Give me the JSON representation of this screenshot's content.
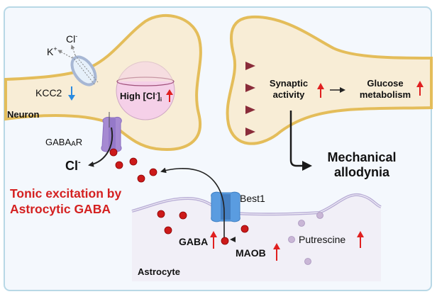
{
  "colors": {
    "panel_bg": "#f4f8fd",
    "panel_border": "#b8d8e6",
    "neuron_fill": "#f8edd6",
    "neuron_stroke": "#e4bd5a",
    "astrocyte_fill": "#f1eff7",
    "astrocyte_membrane": "#b9aed6",
    "signal_arrow": "#8a2c3a",
    "up_arrow": "#e02020",
    "down_arrow": "#2a8ae0",
    "gaba_dot": "#cc1a1a",
    "putrescine_dot": "#c9b6d6",
    "highlight_text": "#d42020",
    "receptor_purple": "#a68ad2",
    "channel_blue": "#4f90d6",
    "chloride_vesicle": "#f5d0e8",
    "text": "#111111"
  },
  "labels": {
    "cl_ion": "Cl",
    "cl_sup": "-",
    "k_ion": "K",
    "k_sup": "+",
    "kcc2": "KCC2",
    "neuron": "Neuron",
    "high_cl_prefix": "High [Cl",
    "high_cl_sup": "-",
    "high_cl_suffix": "]",
    "high_cl_sub": "i",
    "gabaar_prefix": "GABA",
    "gabaar_sub": "A",
    "gabaar_suffix": "R",
    "cl_out": "Cl",
    "cl_out_sup": "-",
    "tonic_line1": "Tonic excitation by",
    "tonic_line2": "Astrocytic GABA",
    "synaptic_line1": "Synaptic",
    "synaptic_line2": "activity",
    "glucose_line1": "Glucose",
    "glucose_line2": "metabolism",
    "allodynia_line1": "Mechanical",
    "allodynia_line2": "allodynia",
    "best1": "Best1",
    "gaba": "GABA",
    "maob": "MAOB",
    "putrescine": "Putrescine",
    "astrocyte": "Astrocyte"
  },
  "regulation": {
    "kcc2": "down",
    "high_cl": "up",
    "synaptic_activity": "up",
    "glucose_metabolism": "up",
    "gaba": "up",
    "maob": "up",
    "putrescine": "up"
  }
}
